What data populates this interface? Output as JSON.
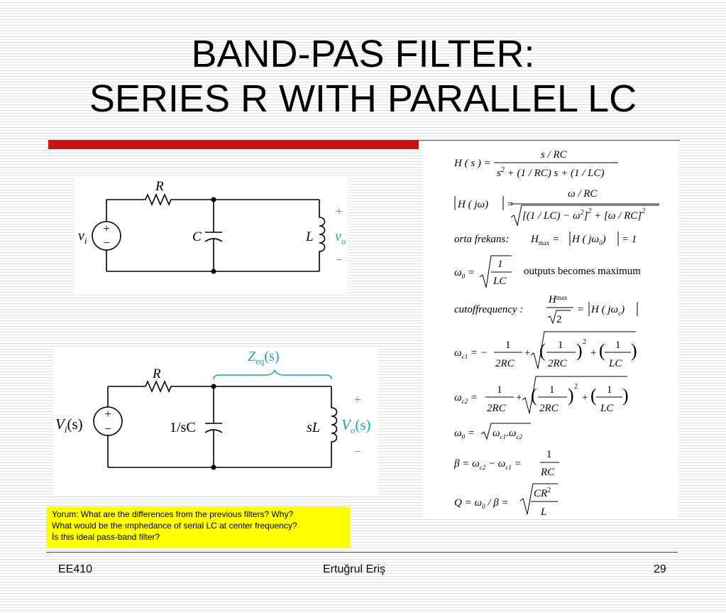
{
  "title": {
    "line1": "BAND-PAS FILTER:",
    "line2": "SERIES R WITH PARALLEL LC"
  },
  "circuit1": {
    "source_label": "v",
    "source_sub": "i",
    "resistor": "R",
    "capacitor": "C",
    "inductor": "L",
    "out_label": "v",
    "out_sub": "o",
    "plus": "+",
    "minus": "−"
  },
  "circuit2": {
    "source_label": "V",
    "source_sub": "i",
    "source_arg": "(s)",
    "resistor": "R",
    "capacitor": "1/sC",
    "inductor": "sL",
    "out_label": "V",
    "out_sub": "o",
    "out_arg": "(s)",
    "zeq_label": "Z",
    "zeq_sub": "eq",
    "zeq_arg": "(s)",
    "plus": "+",
    "minus": "−"
  },
  "equations": {
    "center_label": "orta frekans:",
    "max_note": "outputs becomes maximum",
    "cutoff_label": "cutoffrequency :"
  },
  "note": {
    "line1": "Yorum: What are  the differences from the previous filters? Why?",
    "line2": "What would be the ımphedance of serial LC at center frequency?",
    "line3": "İs this ideal pass-band filter?"
  },
  "footer": {
    "left": "EE410",
    "center": "Ertuğrul Eriş",
    "right": "29"
  }
}
